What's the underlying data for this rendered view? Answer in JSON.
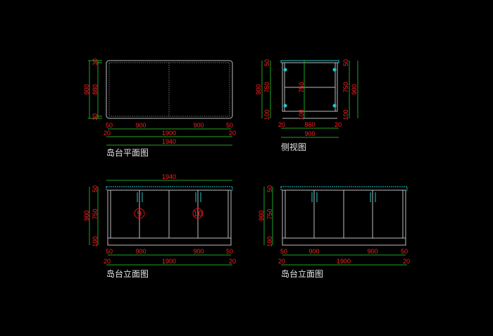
{
  "colors": {
    "background": "#000000",
    "dimension_line": "#1fa51f",
    "dimension_text": "#ff2020",
    "outline": "#bdbdbd",
    "hardware": "#22c8c8"
  },
  "plan": {
    "title": "岛台平面图",
    "left_dims": {
      "overall": "900",
      "top": "30",
      "middle": "880",
      "bottom": "30"
    },
    "row1": [
      "50",
      "900",
      "900",
      "50"
    ],
    "row2": [
      "20",
      "1900",
      "20"
    ],
    "row3": "1940"
  },
  "side": {
    "title": "侧视图",
    "left_dims": {
      "overall": "900",
      "top": "50",
      "middle": "750",
      "bottom": "100"
    },
    "center_dims": {
      "middle": "750",
      "bottom": "100"
    },
    "right_dims": {
      "overall": "900",
      "top": "50",
      "middle": "750",
      "bottom": "100"
    },
    "row1": [
      "20",
      "860",
      "20"
    ],
    "row2": "900"
  },
  "elev1": {
    "title": "岛台立面图",
    "top_dim": "1940",
    "left_dims": {
      "overall": "900",
      "top": "50",
      "middle": "750",
      "bottom": "100"
    },
    "row1": [
      "50",
      "900",
      "900",
      "50"
    ],
    "row2": [
      "20",
      "1900",
      "20"
    ],
    "markers": [
      "9",
      "10"
    ]
  },
  "elev2": {
    "title": "岛台立面图",
    "left_dims": {
      "overall": "900",
      "top": "50",
      "middle": "750",
      "bottom": "100"
    },
    "row1": [
      "50",
      "900",
      "900",
      "50"
    ],
    "row2": [
      "20",
      "1900",
      "20"
    ]
  }
}
